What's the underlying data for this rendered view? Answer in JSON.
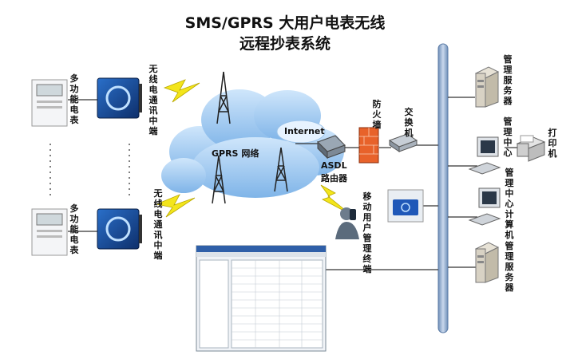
{
  "title": {
    "line1": "SMS/GPRS 大用户电表无线",
    "line2": "远程抄表系统"
  },
  "labels": {
    "meter_top": "多功能电表",
    "meter_bottom": "多功能电表",
    "terminal_top": "无线电通讯中端",
    "terminal_bottom": "无线电通讯中端",
    "gprs": "GPRS 网络",
    "internet": "Internet",
    "asdl": "ASDL",
    "router": "路由器",
    "firewall": "防火墙",
    "switch": "交换机",
    "mobile": "移动用户管理终端",
    "server_top": "管理服务器",
    "mgmt_center": "管理中心",
    "printer": "打印机",
    "mgmt_computer": "管理中心计算机",
    "server_bottom": "管理服务器"
  }
}
